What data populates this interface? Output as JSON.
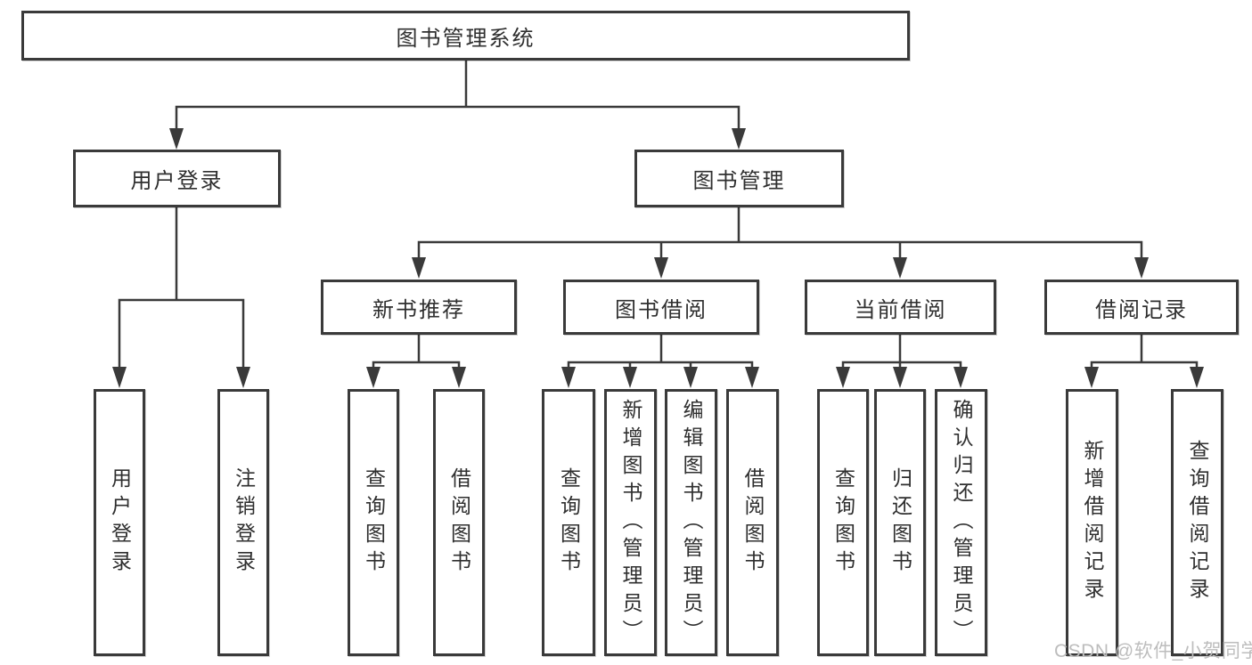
{
  "diagram": {
    "type": "tree",
    "colors": {
      "line": "#3a3a3a",
      "box_border": "#3a3a3a",
      "text": "#2f2f2f",
      "background": "#ffffff",
      "watermark": "#bdbdbd"
    },
    "tree": {
      "root": {
        "label": "图书管理系统"
      },
      "children": [
        {
          "label": "用户登录",
          "children": [
            {
              "label": "用户登录"
            },
            {
              "label": "注销登录"
            }
          ]
        },
        {
          "label": "图书管理",
          "children": [
            {
              "label": "新书推荐",
              "children": [
                {
                  "label": "查询图书"
                },
                {
                  "label": "借阅图书"
                }
              ]
            },
            {
              "label": "图书借阅",
              "children": [
                {
                  "label": "查询图书"
                },
                {
                  "label": "新增图书（管理员）"
                },
                {
                  "label": "编辑图书（管理员）"
                },
                {
                  "label": "借阅图书"
                }
              ]
            },
            {
              "label": "当前借阅",
              "children": [
                {
                  "label": "查询图书"
                },
                {
                  "label": "归还图书"
                },
                {
                  "label": "确认归还（管理员）"
                }
              ]
            },
            {
              "label": "借阅记录",
              "children": [
                {
                  "label": "新增借阅记录"
                },
                {
                  "label": "查询借阅记录"
                }
              ]
            }
          ]
        }
      ]
    },
    "watermark": {
      "text": "CSDN @软件_小贺同学"
    }
  }
}
